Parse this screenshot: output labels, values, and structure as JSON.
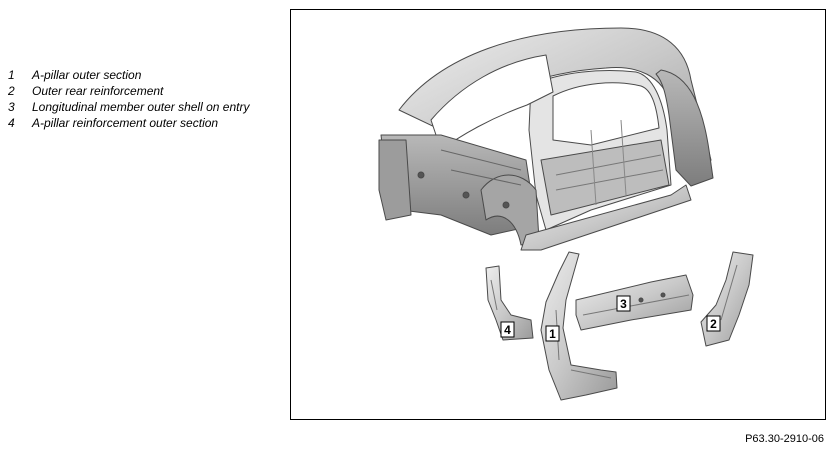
{
  "legend": {
    "items": [
      {
        "number": "1",
        "label": "A-pillar outer section"
      },
      {
        "number": "2",
        "label": "Outer rear reinforcement"
      },
      {
        "number": "3",
        "label": "Longitudinal member outer shell on entry"
      },
      {
        "number": "4",
        "label": "A-pillar reinforcement outer section"
      }
    ]
  },
  "figure": {
    "callouts": {
      "one": "1",
      "two": "2",
      "three": "3",
      "four": "4"
    },
    "code": "P63.30-2910-06"
  }
}
